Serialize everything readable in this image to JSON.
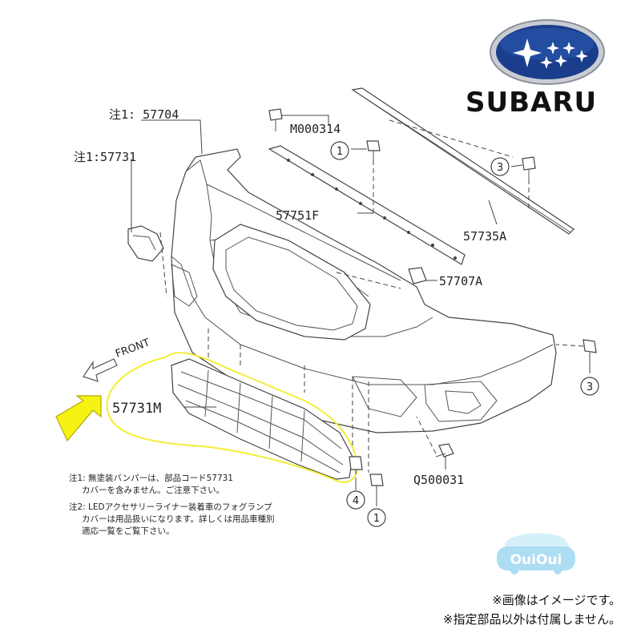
{
  "brand": {
    "name": "SUBARU"
  },
  "parts": {
    "p57704": "注1: 57704",
    "p57731": "注1:57731",
    "pM000314": "M000314",
    "p57751F": "57751F",
    "p57735A": "57735A",
    "p57707A": "57707A",
    "p57731M": "57731M",
    "pQ500031": "Q500031"
  },
  "callouts": {
    "c1_top": "1",
    "c3_top": "3",
    "c3_right": "3",
    "c4": "4",
    "c1_bottom": "1"
  },
  "front_label": "FRONT",
  "notes": {
    "n1_line1": "注1: 無塗装バンパーは、部品コード57731",
    "n1_line2": "カバーを含みません。ご注意下さい。",
    "n2_line1": "注2: LEDアクセサリーライナー装着車のフォグランプ",
    "n2_line2": "カバーは用品扱いになります。詳しくは用品車種別",
    "n2_line3": "適応一覧をご覧下さい。"
  },
  "watermark": "OuiOui",
  "disclaimer": {
    "line1": "※画像はイメージです。",
    "line2": "※指定部品以外は付属しません。"
  },
  "colors": {
    "logo_blue": "#1a3e8c",
    "logo_silver": "#c9ccd2",
    "highlight_yellow": "#f2ee34",
    "arrow_yellow": "#f5f214",
    "watermark_blue": "#9fd8f0"
  }
}
